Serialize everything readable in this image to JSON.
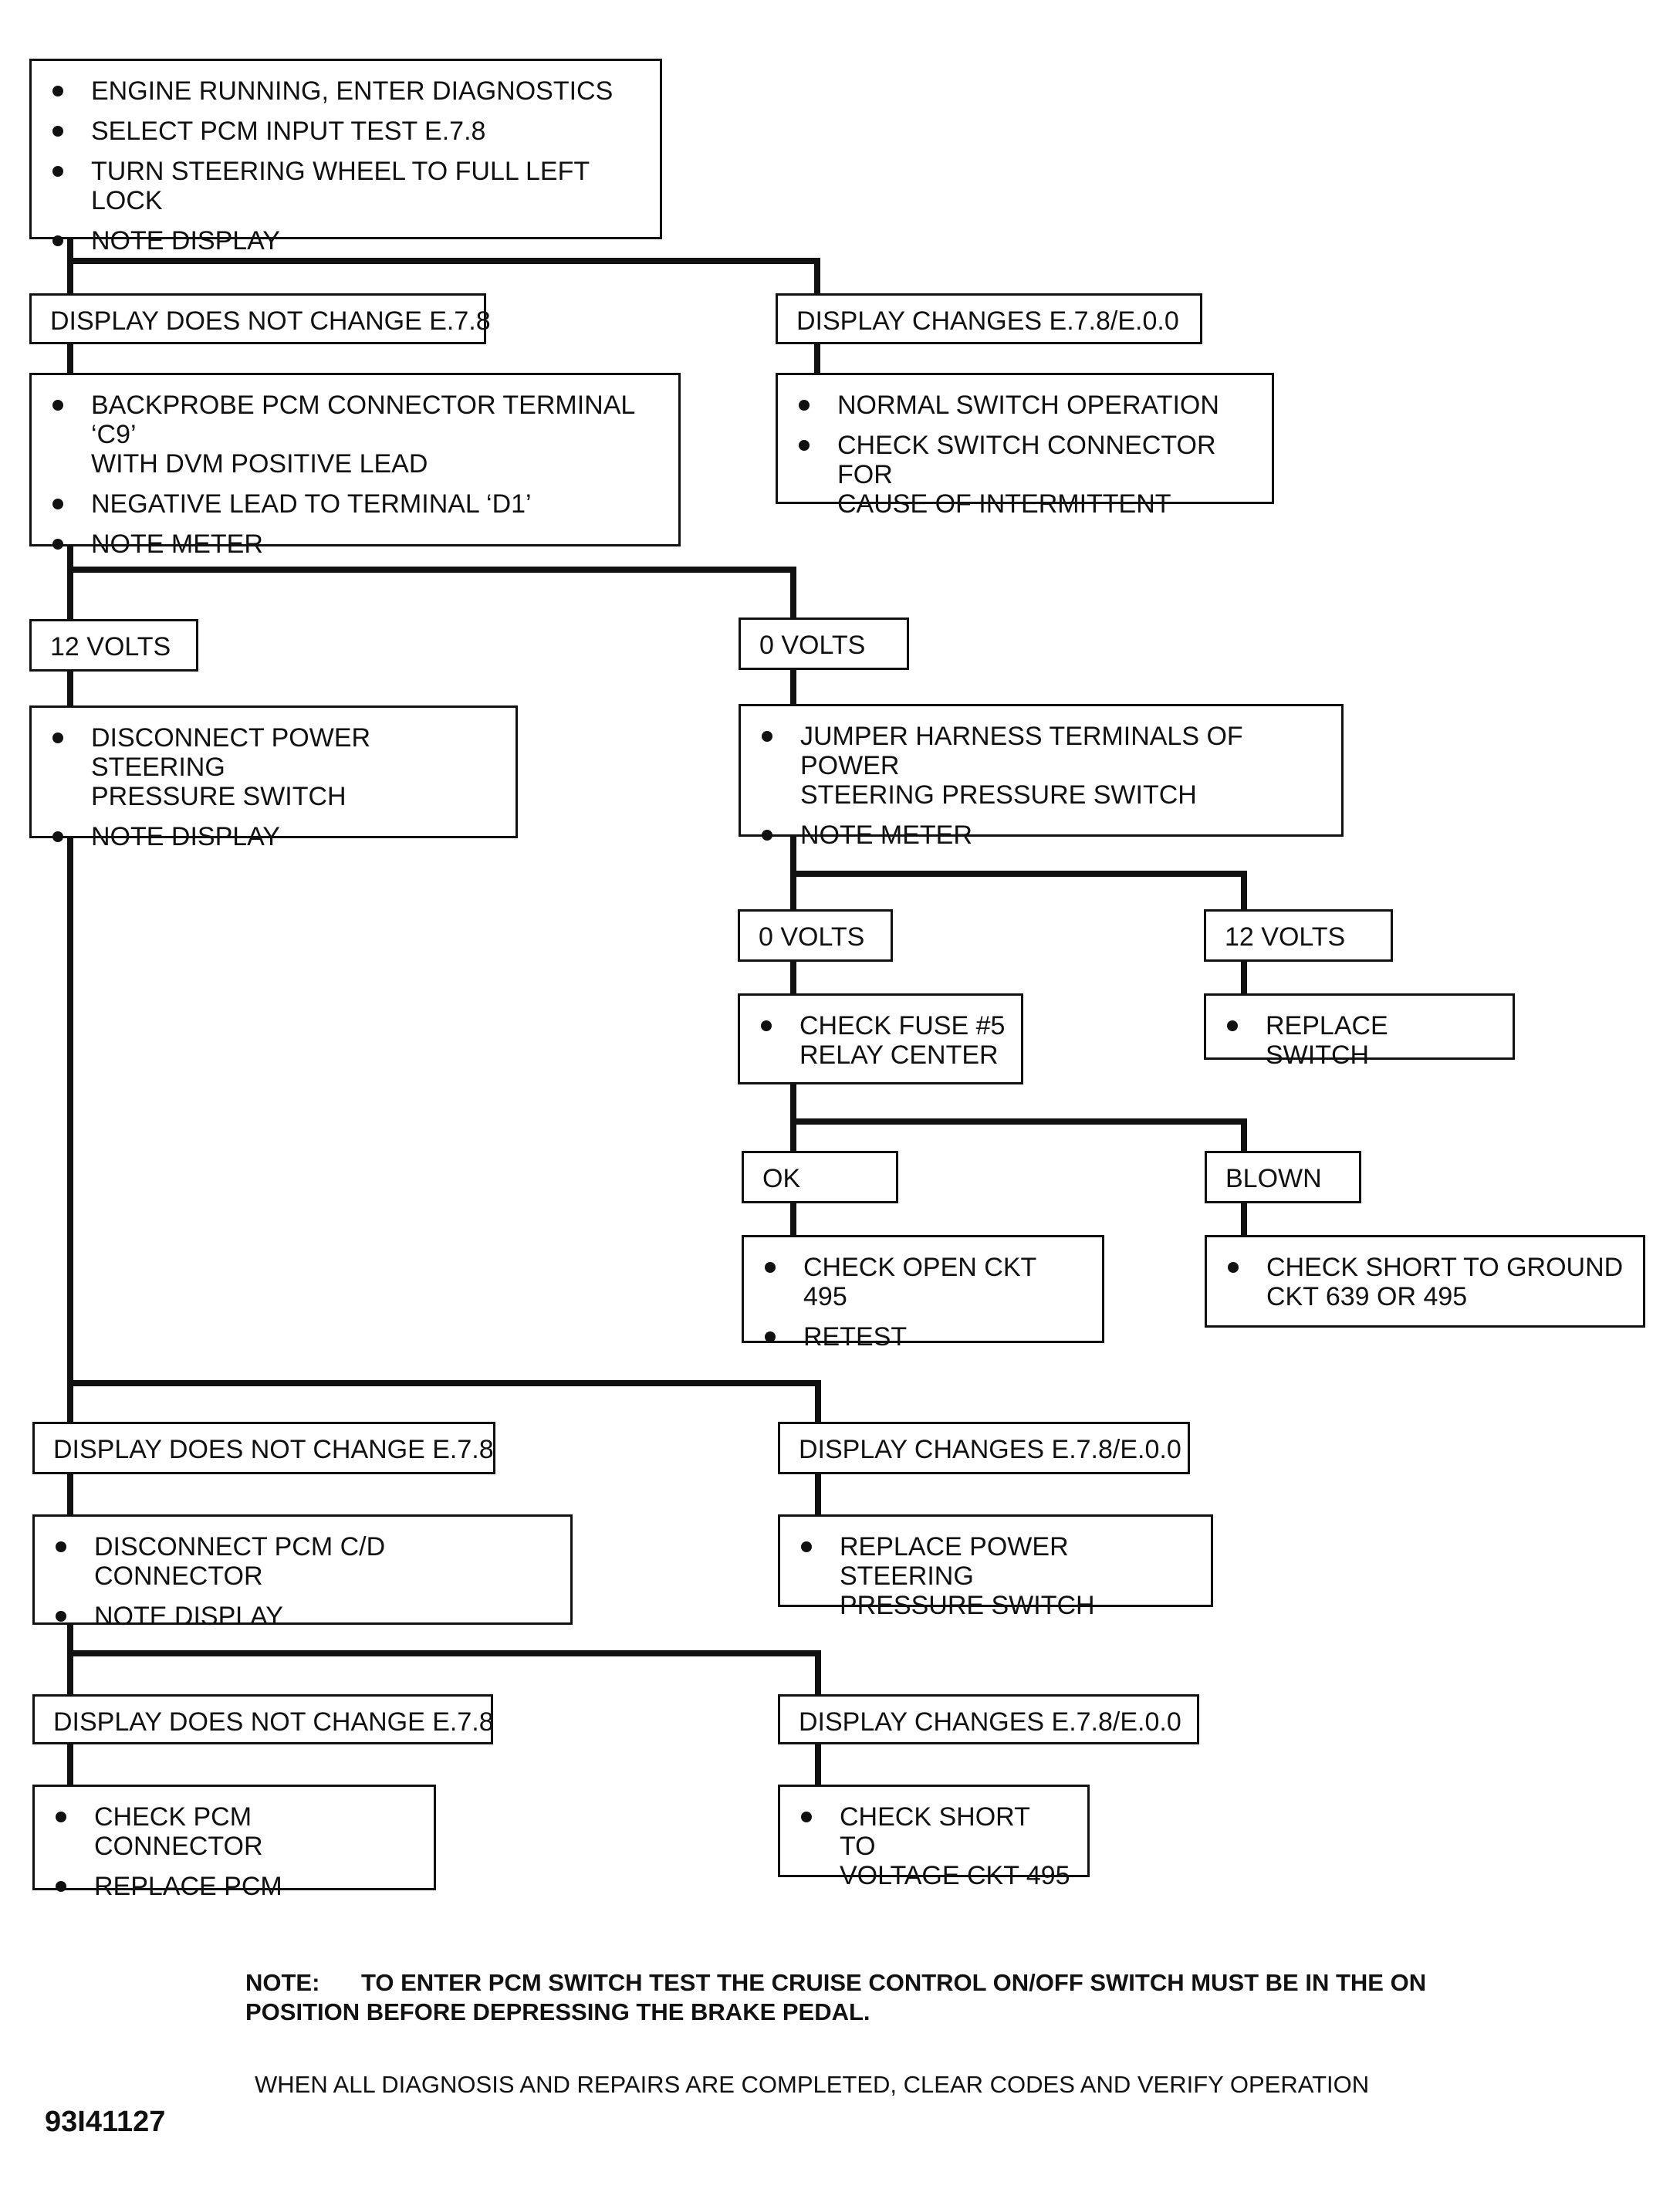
{
  "flowchart": {
    "start": {
      "bullets": [
        "ENGINE RUNNING, ENTER DIAGNOSTICS",
        "SELECT PCM INPUT TEST E.7.8",
        "TURN STEERING WHEEL TO FULL LEFT LOCK",
        "NOTE DISPLAY"
      ]
    },
    "branch1": {
      "left_label": "DISPLAY DOES NOT CHANGE E.7.8",
      "right_label": "DISPLAY CHANGES E.7.8/E.0.0",
      "right_action": {
        "bullets": [
          "NORMAL SWITCH OPERATION",
          [
            "CHECK SWITCH CONNECTOR FOR",
            "CAUSE OF INTERMITTENT"
          ]
        ]
      },
      "left_action": {
        "bullets": [
          [
            "BACKPROBE PCM CONNECTOR TERMINAL ‘C9’",
            "WITH DVM POSITIVE LEAD"
          ],
          "NEGATIVE LEAD TO TERMINAL ‘D1’",
          "NOTE METER"
        ]
      }
    },
    "branch2": {
      "left_label": "12 VOLTS",
      "right_label": "0 VOLTS",
      "left_action": {
        "bullets": [
          [
            "DISCONNECT POWER STEERING",
            "PRESSURE SWITCH"
          ],
          "NOTE DISPLAY"
        ]
      },
      "right_action": {
        "bullets": [
          [
            "JUMPER HARNESS TERMINALS  OF POWER",
            "STEERING PRESSURE SWITCH"
          ],
          "NOTE  METER"
        ]
      }
    },
    "branch3": {
      "left_label": "0 VOLTS",
      "right_label": "12 VOLTS",
      "left_action": {
        "bullets": [
          [
            "CHECK FUSE #5",
            "RELAY CENTER"
          ]
        ]
      },
      "right_action": {
        "bullets": [
          "REPLACE SWITCH"
        ]
      }
    },
    "branch4": {
      "left_label": "OK",
      "right_label": "BLOWN",
      "left_action": {
        "bullets": [
          "CHECK OPEN CKT 495",
          "RETEST"
        ]
      },
      "right_action": {
        "bullets": [
          [
            "CHECK SHORT TO GROUND",
            "CKT 639 OR 495"
          ]
        ]
      }
    },
    "branch5": {
      "left_label": "DISPLAY DOES NOT CHANGE E.7.8",
      "right_label": "DISPLAY CHANGES E.7.8/E.0.0",
      "left_action": {
        "bullets": [
          "DISCONNECT PCM C/D CONNECTOR",
          "NOTE  DISPLAY"
        ]
      },
      "right_action": {
        "bullets": [
          [
            "REPLACE POWER  STEERING",
            "PRESSURE SWITCH"
          ]
        ]
      }
    },
    "branch6": {
      "left_label": "DISPLAY DOES NOT CHANGE E.7.8",
      "right_label": "DISPLAY CHANGES E.7.8/E.0.0",
      "left_action": {
        "bullets": [
          "CHECK PCM CONNECTOR",
          "REPLACE PCM"
        ]
      },
      "right_action": {
        "bullets": [
          [
            "CHECK SHORT TO",
            "VOLTAGE CKT 495"
          ]
        ]
      }
    }
  },
  "footer": {
    "note_tag": "NOTE:",
    "note_text": "TO ENTER PCM SWITCH TEST THE CRUISE CONTROL ON/OFF SWITCH MUST BE IN THE ON POSITION BEFORE DEPRESSING THE BRAKE PEDAL.",
    "final_instruction": "WHEN ALL DIAGNOSIS AND REPAIRS ARE COMPLETED, CLEAR CODES AND VERIFY OPERATION",
    "figure_code": "93I41127"
  }
}
